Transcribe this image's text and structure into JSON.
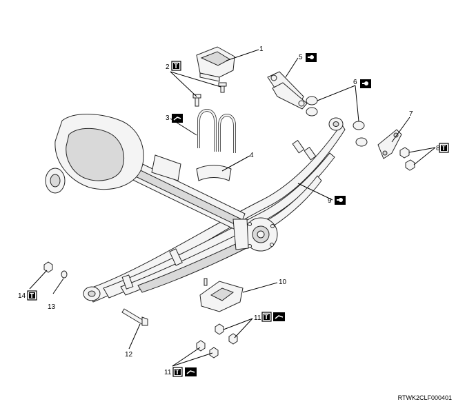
{
  "callouts": {
    "c1": "1",
    "c2": "2",
    "c3": "3",
    "c4": "4",
    "c5": "5",
    "c6": "6",
    "c7": "7",
    "c8": "8",
    "c9": "9",
    "c10": "10",
    "c11a": "11",
    "c11b": "11",
    "c12": "12",
    "c13": "13",
    "c14": "14"
  },
  "badges": {
    "torque": "T"
  },
  "icons": {
    "torque": "torque-icon",
    "grease": "grease-icon",
    "oil": "oil-icon"
  },
  "figure_code": "RTWK2CLF000401"
}
